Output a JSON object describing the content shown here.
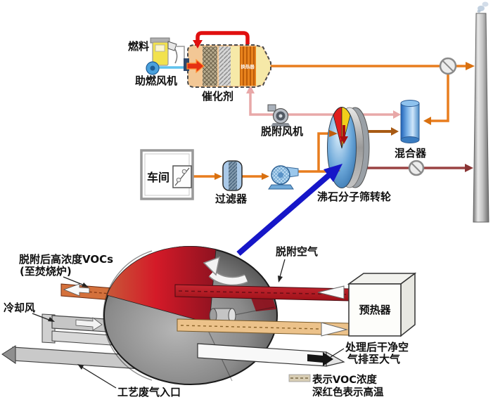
{
  "colors": {
    "process_line_orange": "#e87d1e",
    "hot_loop_red": "#e00f0f",
    "desorption_pink": "#e8a8a8",
    "clean_exhaust_maroon": "#9a4242",
    "cooling_return_brown": "#a85a14",
    "blue_callout_arrow": "#1616c8",
    "duct_hot_red": "#b51d28",
    "duct_warm_tan": "#ecc28a",
    "wheel_blue": "#4a8cc4",
    "mixer_blue": "#2f7fd0"
  },
  "schematic": {
    "fuel_label": "燃料",
    "combustion_fan_label": "助燃风机",
    "catalyst_label": "催化剂",
    "heat_exchanger_label": "换热器",
    "desorption_fan_label": "脱附风机",
    "mixer_label": "混合器",
    "workshop_label": "车间",
    "filter_label": "过滤器",
    "wheel_label": "沸石分子筛转轮"
  },
  "detail": {
    "high_voc_label_line1": "脱附后高浓度VOCs",
    "high_voc_label_line2": "(至焚烧炉)",
    "cooling_air_label": "冷却风",
    "process_inlet_label": "工艺废气入口",
    "desorption_air_label": "脱附空气",
    "preheater_label": "预热器",
    "clean_air_label_line1": "处理后干净空",
    "clean_air_label_line2": "气排至大气",
    "legend_line1": "表示VOC浓度",
    "legend_line2": "深红色表示高温"
  }
}
